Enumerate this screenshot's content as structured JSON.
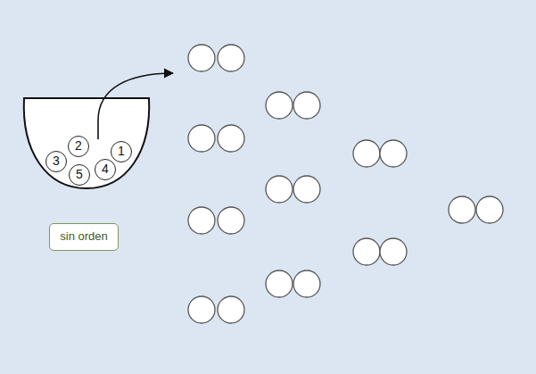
{
  "diagram": {
    "nodes": [
      {
        "text": [
          "2"
        ]
      },
      {
        "text": [
          "1"
        ]
      },
      {
        "text": [
          "3"
        ]
      },
      {
        "text": [
          "4"
        ]
      },
      {
        "text": [
          "5"
        ]
      },
      {
        "text": [
          "sin orden"
        ]
      }
    ]
  }
}
